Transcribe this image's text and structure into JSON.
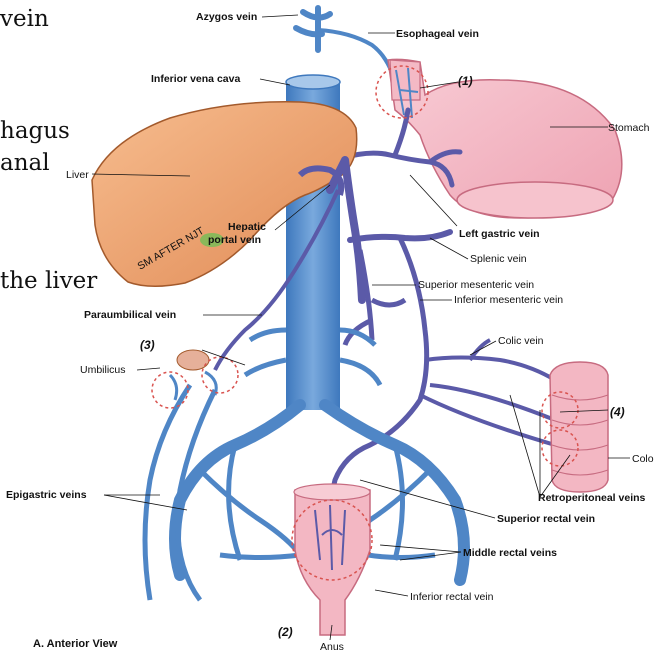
{
  "background_text": {
    "line1": "vein",
    "line2": "hagus",
    "line3": "anal",
    "line4": "the liver"
  },
  "labels": {
    "azygos_vein": "Azygos vein",
    "esophageal_vein": "Esophageal vein",
    "inferior_vena_cava": "Inferior vena cava",
    "stomach": "Stomach",
    "liver": "Liver",
    "left_gastric_vein": "Left gastric vein",
    "hepatic_portal_vein_1": "Hepatic",
    "hepatic_portal_vein_2": "portal vein",
    "splenic_vein": "Splenic vein",
    "superior_mesenteric_vein": "Superior mesenteric vein",
    "inferior_mesenteric_vein": "Inferior mesenteric vein",
    "paraumbilical_vein": "Paraumbilical vein",
    "colic_vein": "Colic vein",
    "umbilicus": "Umbilicus",
    "colon": "Colo",
    "retroperitoneal_veins": "Retroperitoneal veins",
    "epigastric_veins": "Epigastric veins",
    "superior_rectal_vein": "Superior rectal vein",
    "middle_rectal_veins": "Middle rectal veins",
    "inferior_rectal_vein": "Inferior rectal vein",
    "anus": "Anus",
    "view_caption": "A. Anterior View",
    "artist_signature": "SM AFTER NJT"
  },
  "markers": {
    "m1": "(1)",
    "m2": "(2)",
    "m3": "(3)",
    "m4": "(4)"
  },
  "colors": {
    "systemic_vein": "#4f86c6",
    "portal_vein": "#5b5aa8",
    "liver": "#f0a070",
    "stomach": "#f3b7c3",
    "highlight_circle": "#d9534f"
  }
}
